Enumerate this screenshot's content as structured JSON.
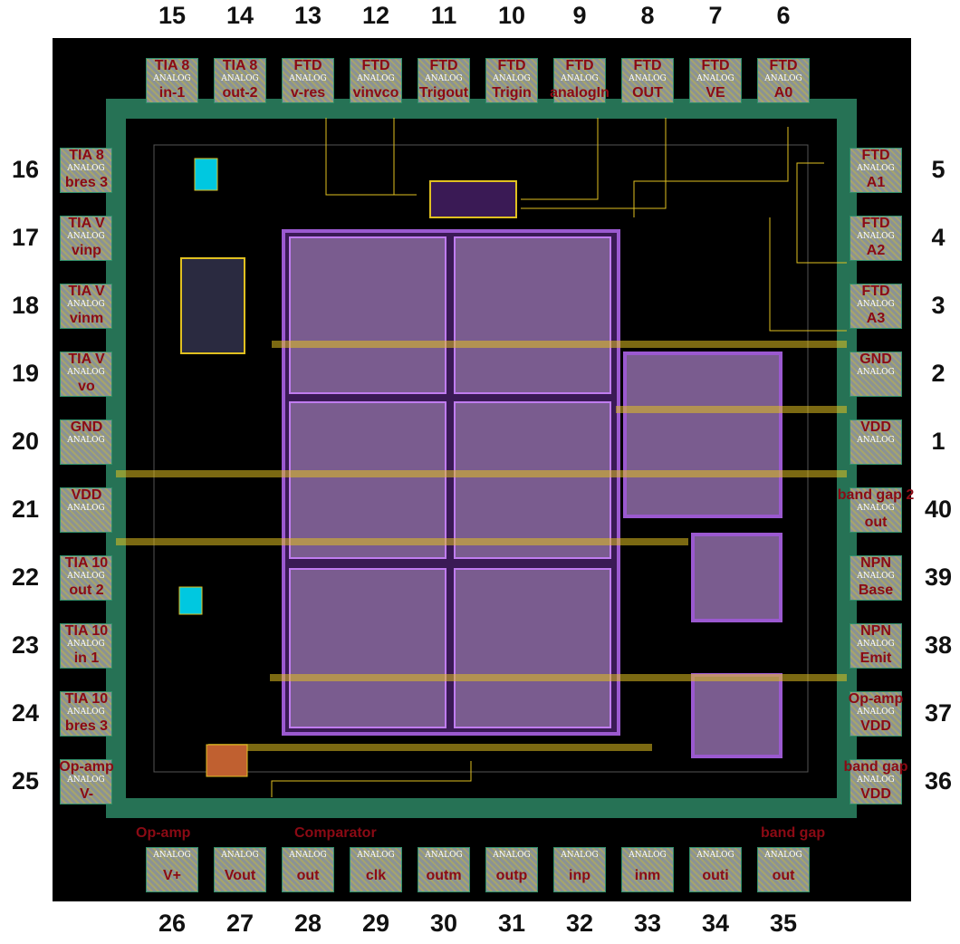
{
  "pad_subtext": "ANALOG",
  "top_pads": [
    {
      "num": "15",
      "line1": "TIA 8",
      "line2": "in-1"
    },
    {
      "num": "14",
      "line1": "TIA 8",
      "line2": "out-2"
    },
    {
      "num": "13",
      "line1": "FTD",
      "line2": "v-res"
    },
    {
      "num": "12",
      "line1": "FTD",
      "line2": "vinvco"
    },
    {
      "num": "11",
      "line1": "FTD",
      "line2": "Trigout"
    },
    {
      "num": "10",
      "line1": "FTD",
      "line2": "Trigin"
    },
    {
      "num": "9",
      "line1": "FTD",
      "line2": "analogIn"
    },
    {
      "num": "8",
      "line1": "FTD",
      "line2": "OUT"
    },
    {
      "num": "7",
      "line1": "FTD",
      "line2": "VE"
    },
    {
      "num": "6",
      "line1": "FTD",
      "line2": "A0"
    }
  ],
  "left_pads": [
    {
      "num": "16",
      "line1": "TIA 8",
      "line2": "bres 3"
    },
    {
      "num": "17",
      "line1": "TIA V",
      "line2": "vinp"
    },
    {
      "num": "18",
      "line1": "TIA V",
      "line2": "vinm"
    },
    {
      "num": "19",
      "line1": "TIA V",
      "line2": "vo"
    },
    {
      "num": "20",
      "line1": "GND",
      "line2": ""
    },
    {
      "num": "21",
      "line1": "VDD",
      "line2": ""
    },
    {
      "num": "22",
      "line1": "TIA 10",
      "line2": "out 2"
    },
    {
      "num": "23",
      "line1": "TIA 10",
      "line2": "in 1"
    },
    {
      "num": "24",
      "line1": "TIA 10",
      "line2": "bres 3"
    },
    {
      "num": "25",
      "line1": "Op-amp",
      "line2": "V-"
    }
  ],
  "right_pads": [
    {
      "num": "5",
      "line1": "FTD",
      "line2": "A1"
    },
    {
      "num": "4",
      "line1": "FTD",
      "line2": "A2"
    },
    {
      "num": "3",
      "line1": "FTD",
      "line2": "A3"
    },
    {
      "num": "2",
      "line1": "GND",
      "line2": ""
    },
    {
      "num": "1",
      "line1": "VDD",
      "line2": ""
    },
    {
      "num": "40",
      "line1": "band gap 2",
      "line2": "out"
    },
    {
      "num": "39",
      "line1": "NPN",
      "line2": "Base"
    },
    {
      "num": "38",
      "line1": "NPN",
      "line2": "Emit"
    },
    {
      "num": "37",
      "line1": "Op-amp",
      "line2": "VDD"
    },
    {
      "num": "36",
      "line1": "band gap",
      "line2": "VDD"
    }
  ],
  "bottom_pads": [
    {
      "num": "26",
      "label": "V+"
    },
    {
      "num": "27",
      "label": "Vout"
    },
    {
      "num": "28",
      "label": "out"
    },
    {
      "num": "29",
      "label": "clk"
    },
    {
      "num": "30",
      "label": "outm"
    },
    {
      "num": "31",
      "label": "outp"
    },
    {
      "num": "32",
      "label": "inp"
    },
    {
      "num": "33",
      "label": "inm"
    },
    {
      "num": "34",
      "label": "outi"
    },
    {
      "num": "35",
      "label": "out"
    }
  ],
  "bottom_groups": {
    "opamp": "Op-amp",
    "comparator": "Comparator",
    "bandgap": "band gap"
  },
  "colors": {
    "die": "#000000",
    "label": "#8b0a14",
    "seal": "#2f8f6a",
    "array": "#9b59d0",
    "metal": "#e0c020"
  }
}
